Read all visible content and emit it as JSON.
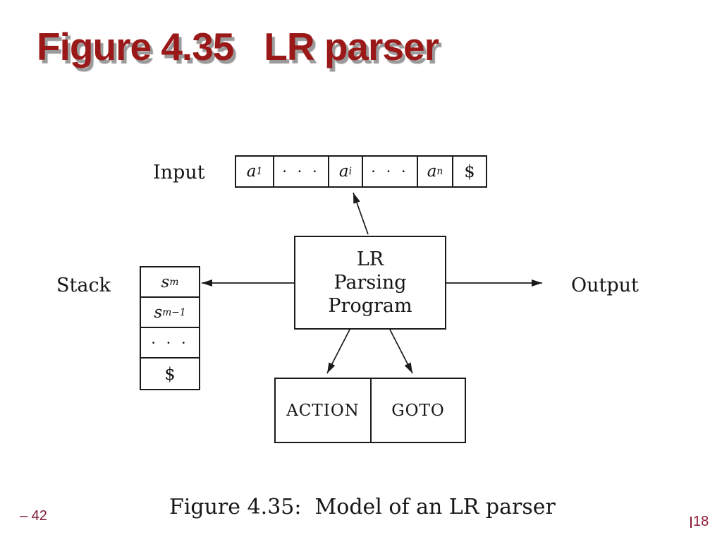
{
  "slide": {
    "title": "Figure 4.35   LR parser",
    "footer_left": "– 42",
    "footer_right_page": "18"
  },
  "diagram": {
    "input": {
      "label": "Input",
      "cells": [
        {
          "base": "a",
          "sub": "1"
        },
        {
          "base": "· · ·",
          "sub": ""
        },
        {
          "base": "a",
          "sub": "i"
        },
        {
          "base": "· · ·",
          "sub": ""
        },
        {
          "base": "a",
          "sub": "n"
        },
        {
          "base": "$",
          "sub": ""
        }
      ]
    },
    "stack": {
      "label": "Stack",
      "cells": [
        {
          "base": "s",
          "sub": "m"
        },
        {
          "base": "s",
          "sub": "m−1"
        },
        {
          "base": "· · ·",
          "sub": ""
        },
        {
          "base": "$",
          "sub": ""
        }
      ]
    },
    "program_box": {
      "lines": [
        "LR",
        "Parsing",
        "Program"
      ]
    },
    "table": {
      "action": "ACTION",
      "goto": "GOTO"
    },
    "output_label": "Output",
    "caption": "Figure 4.35:  Model of an LR parser"
  },
  "colors": {
    "title_red": "#9B1818",
    "title_shadow": "#9a9a9a",
    "footer_maroon": "#7E1A34",
    "diagram_line": "#1a1a1a",
    "background": "#ffffff"
  }
}
